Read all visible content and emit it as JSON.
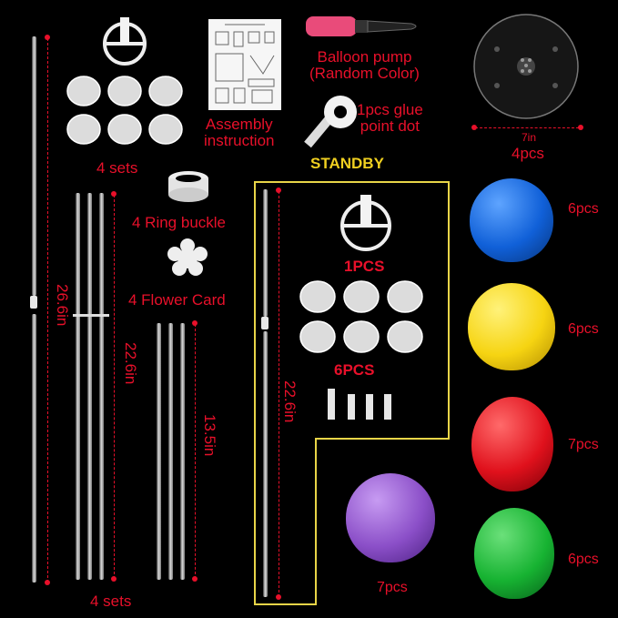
{
  "labels": {
    "balloon_pump": "Balloon pump\n(Random Color)",
    "glue_dot": "1pcs glue\npoint dot",
    "assembly": "Assembly\ninstruction",
    "sets_top": "4 sets",
    "ring_buckle": "4 Ring buckle",
    "flower_card": "4 Flower Card",
    "standby": "STANDBY",
    "one_pcs": "1PCS",
    "six_pcs": "6PCS",
    "base_size": "7in",
    "base_qty": "4pcs",
    "len_26": "26.6in",
    "len_22_left": "22.6in",
    "len_13": "13.5in",
    "len_22_standby": "22.6in",
    "sets_bottom": "4 sets"
  },
  "balloons": [
    {
      "name": "blue-balloon",
      "color": "#1060d8",
      "qty": "6pcs"
    },
    {
      "name": "yellow-balloon",
      "color": "#f6d412",
      "qty": "6pcs"
    },
    {
      "name": "red-balloon",
      "color": "#e0111c",
      "qty": "7pcs"
    },
    {
      "name": "green-balloon",
      "color": "#17b332",
      "qty": "6pcs"
    },
    {
      "name": "purple-balloon",
      "color": "#8b4fc8",
      "qty": "7pcs"
    }
  ],
  "colors": {
    "label": "#e8102a",
    "standby_border": "#e8d548",
    "standby_text": "#f0d020"
  }
}
